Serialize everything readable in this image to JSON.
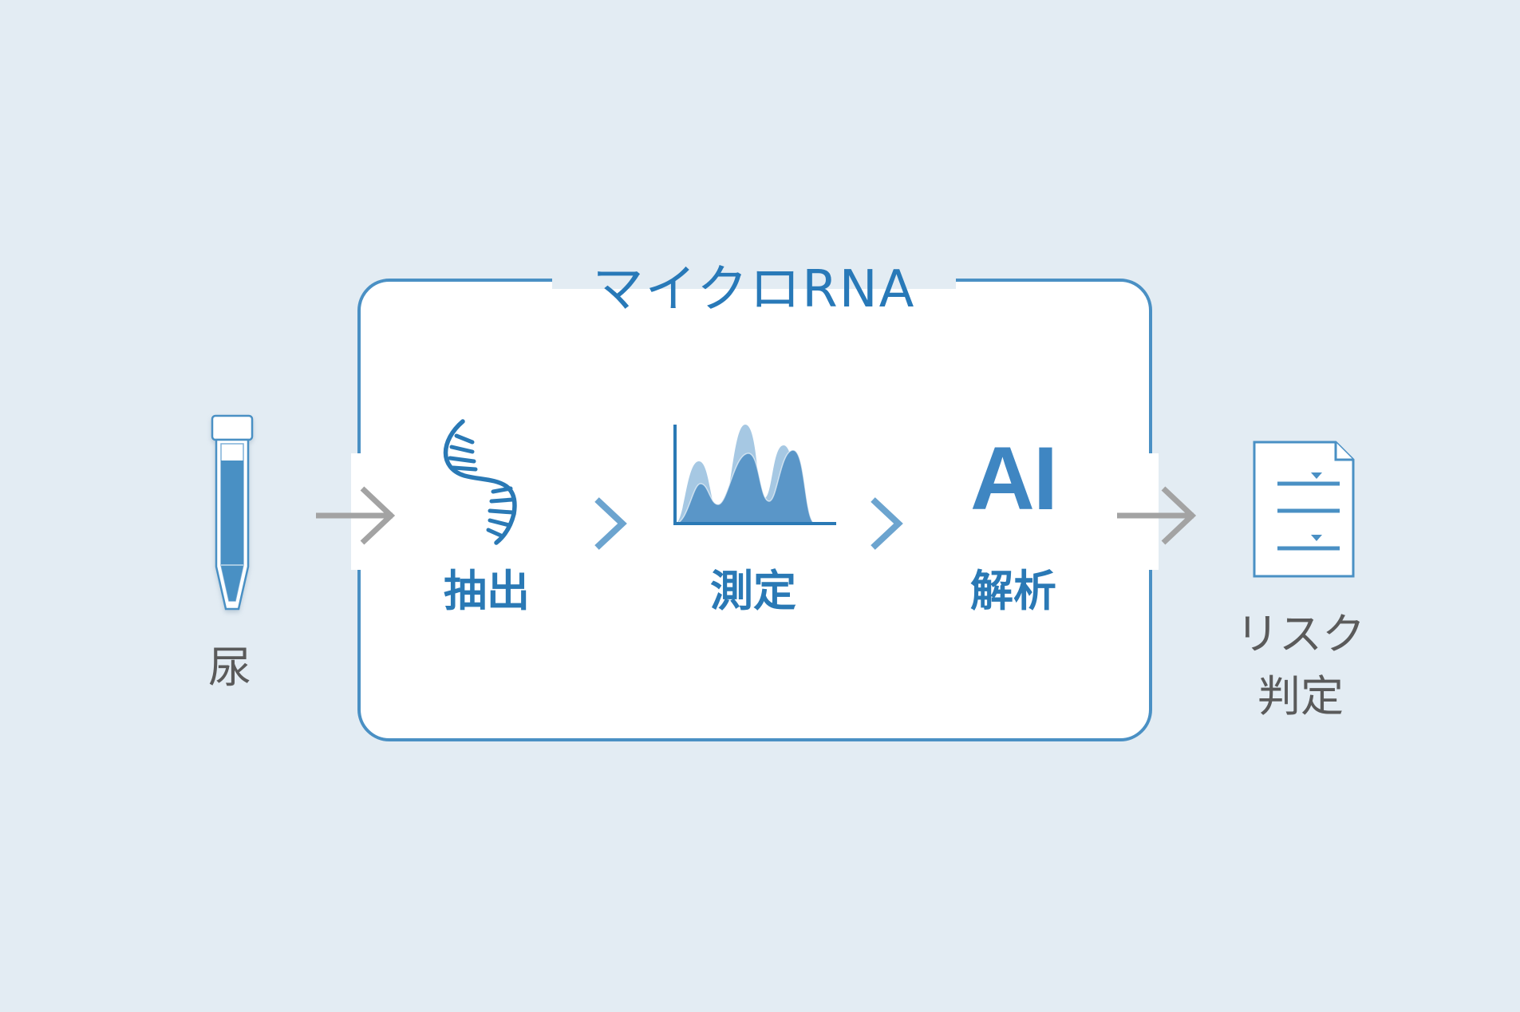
{
  "panel": {
    "title": "マイクロRNA"
  },
  "input": {
    "label": "尿",
    "icon": "test-tube-icon"
  },
  "steps": [
    {
      "label": "抽出",
      "icon": "dna-strand-icon"
    },
    {
      "label": "測定",
      "icon": "peak-chart-icon"
    },
    {
      "label": "解析",
      "icon_text": "AI"
    }
  ],
  "output": {
    "label_line1": "リスク",
    "label_line2": "判定",
    "icon": "report-document-icon"
  },
  "colors": {
    "background": "#e3ecf3",
    "panel_border": "#4a90c4",
    "accent_blue": "#2a79b5",
    "arrow_gray": "#a3a3a3",
    "chevron_blue": "#6ca4cf"
  }
}
